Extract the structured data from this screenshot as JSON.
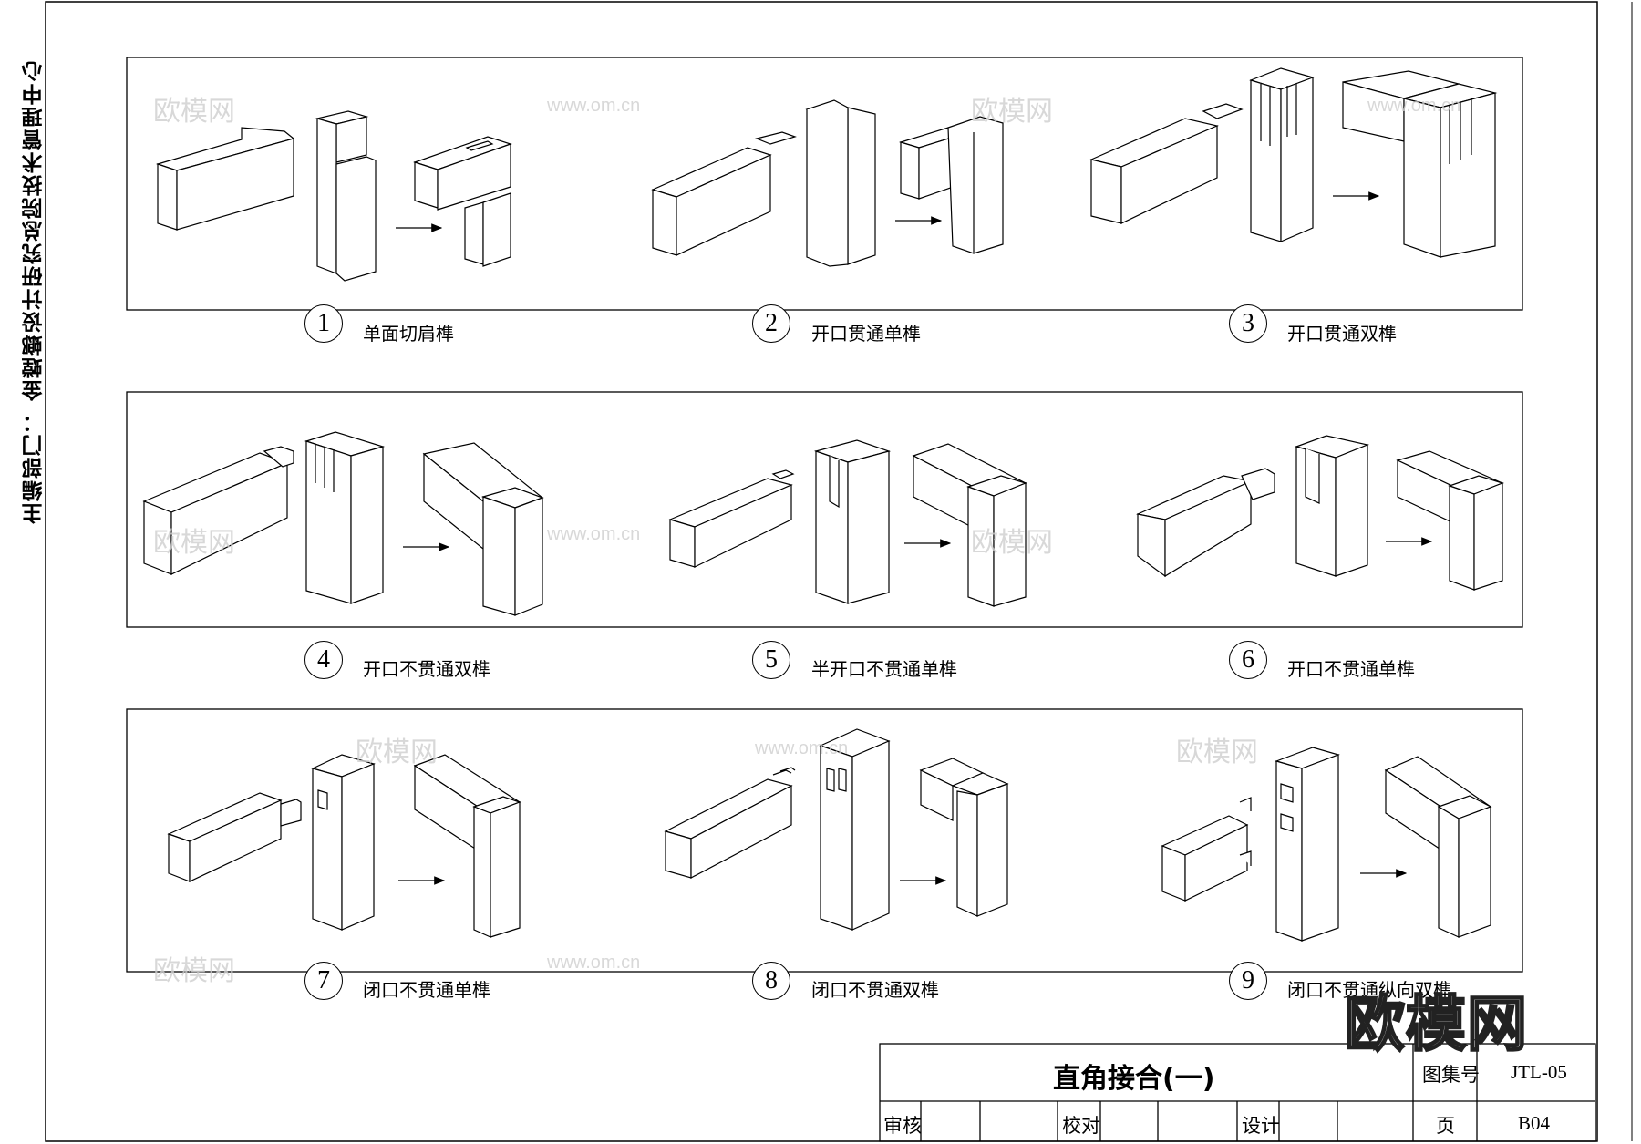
{
  "side_label": "主编部门： 金螳螂设计研究总院技术管理中心",
  "items": [
    {
      "num": "1",
      "caption": "单面切肩榫"
    },
    {
      "num": "2",
      "caption": "开口贯通单榫"
    },
    {
      "num": "3",
      "caption": "开口贯通双榫"
    },
    {
      "num": "4",
      "caption": "开口不贯通双榫"
    },
    {
      "num": "5",
      "caption": "半开口不贯通单榫"
    },
    {
      "num": "6",
      "caption": "开口不贯通单榫"
    },
    {
      "num": "7",
      "caption": "闭口不贯通单榫"
    },
    {
      "num": "8",
      "caption": "闭口不贯通双榫"
    },
    {
      "num": "9",
      "caption": "闭口不贯通纵向双榫"
    }
  ],
  "title_block": {
    "title": "直角接合(一)",
    "atlas_label": "图集号",
    "atlas_value": "JTL-05",
    "review_label": "审核",
    "check_label": "校对",
    "design_label": "设计",
    "page_label": "页",
    "page_value": "B04"
  },
  "watermark": {
    "logo_text": "欧模网",
    "url_text": "www.om.cn",
    "brand_text": "欧模网"
  }
}
